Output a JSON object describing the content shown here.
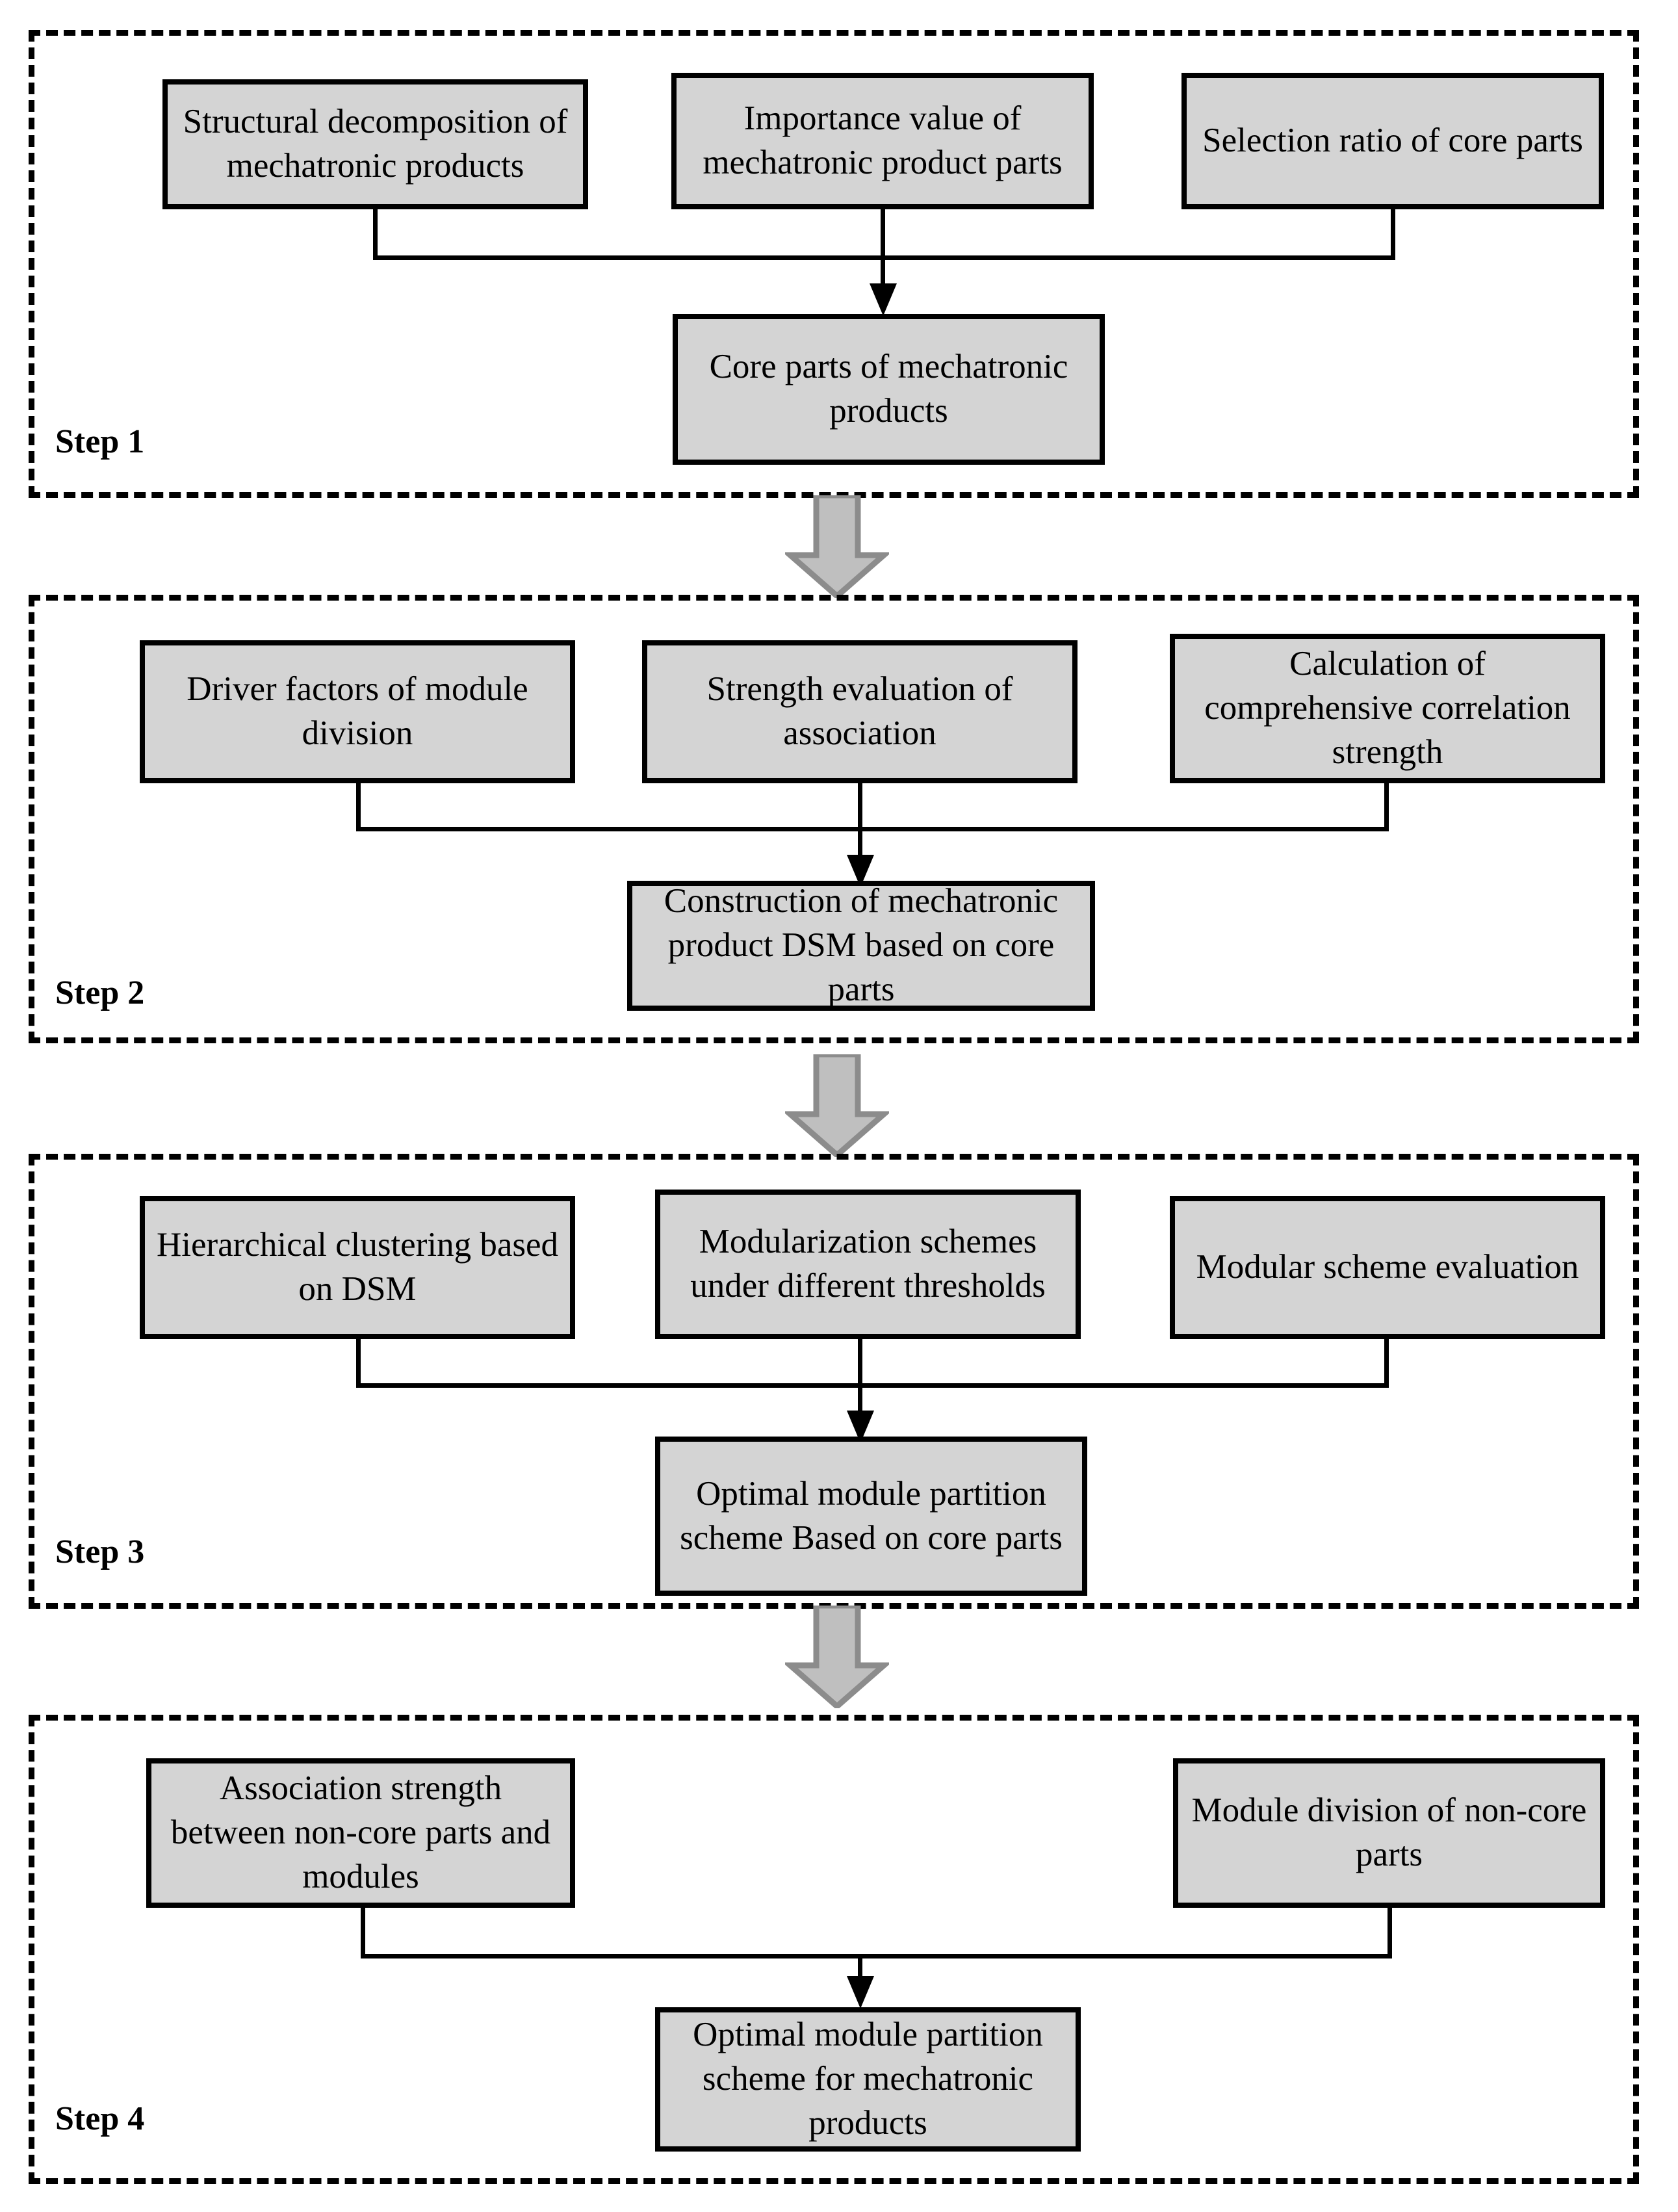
{
  "diagram": {
    "title": "Four-step mechatronic product module partition flowchart",
    "node_fill": "#d4d4d4",
    "node_stroke": "#000000",
    "step_border": "#000000",
    "block_arrow_fill": "#bfbfbf",
    "block_arrow_stroke": "#8c8c8c"
  },
  "steps": [
    {
      "label": "Step 1",
      "inputs": [
        "Structural decomposition of mechatronic products",
        "Importance value of mechatronic product parts",
        "Selection ratio of core parts"
      ],
      "output": "Core parts of mechatronic products"
    },
    {
      "label": "Step 2",
      "inputs": [
        "Driver factors of module division",
        "Strength evaluation of association",
        "Calculation of comprehensive correlation strength"
      ],
      "output": "Construction of mechatronic product DSM based on core parts"
    },
    {
      "label": "Step 3",
      "inputs": [
        "Hierarchical clustering based on DSM",
        "Modularization schemes under different thresholds",
        "Modular scheme evaluation"
      ],
      "output": "Optimal module partition scheme Based on core parts"
    },
    {
      "label": "Step 4",
      "inputs": [
        "Association strength between non-core parts and modules",
        "Module division of non-core parts"
      ],
      "output": "Optimal module partition scheme for mechatronic products"
    }
  ],
  "connectors": {
    "between_steps": [
      "step1-to-step2",
      "step2-to-step3",
      "step3-to-step4"
    ]
  }
}
